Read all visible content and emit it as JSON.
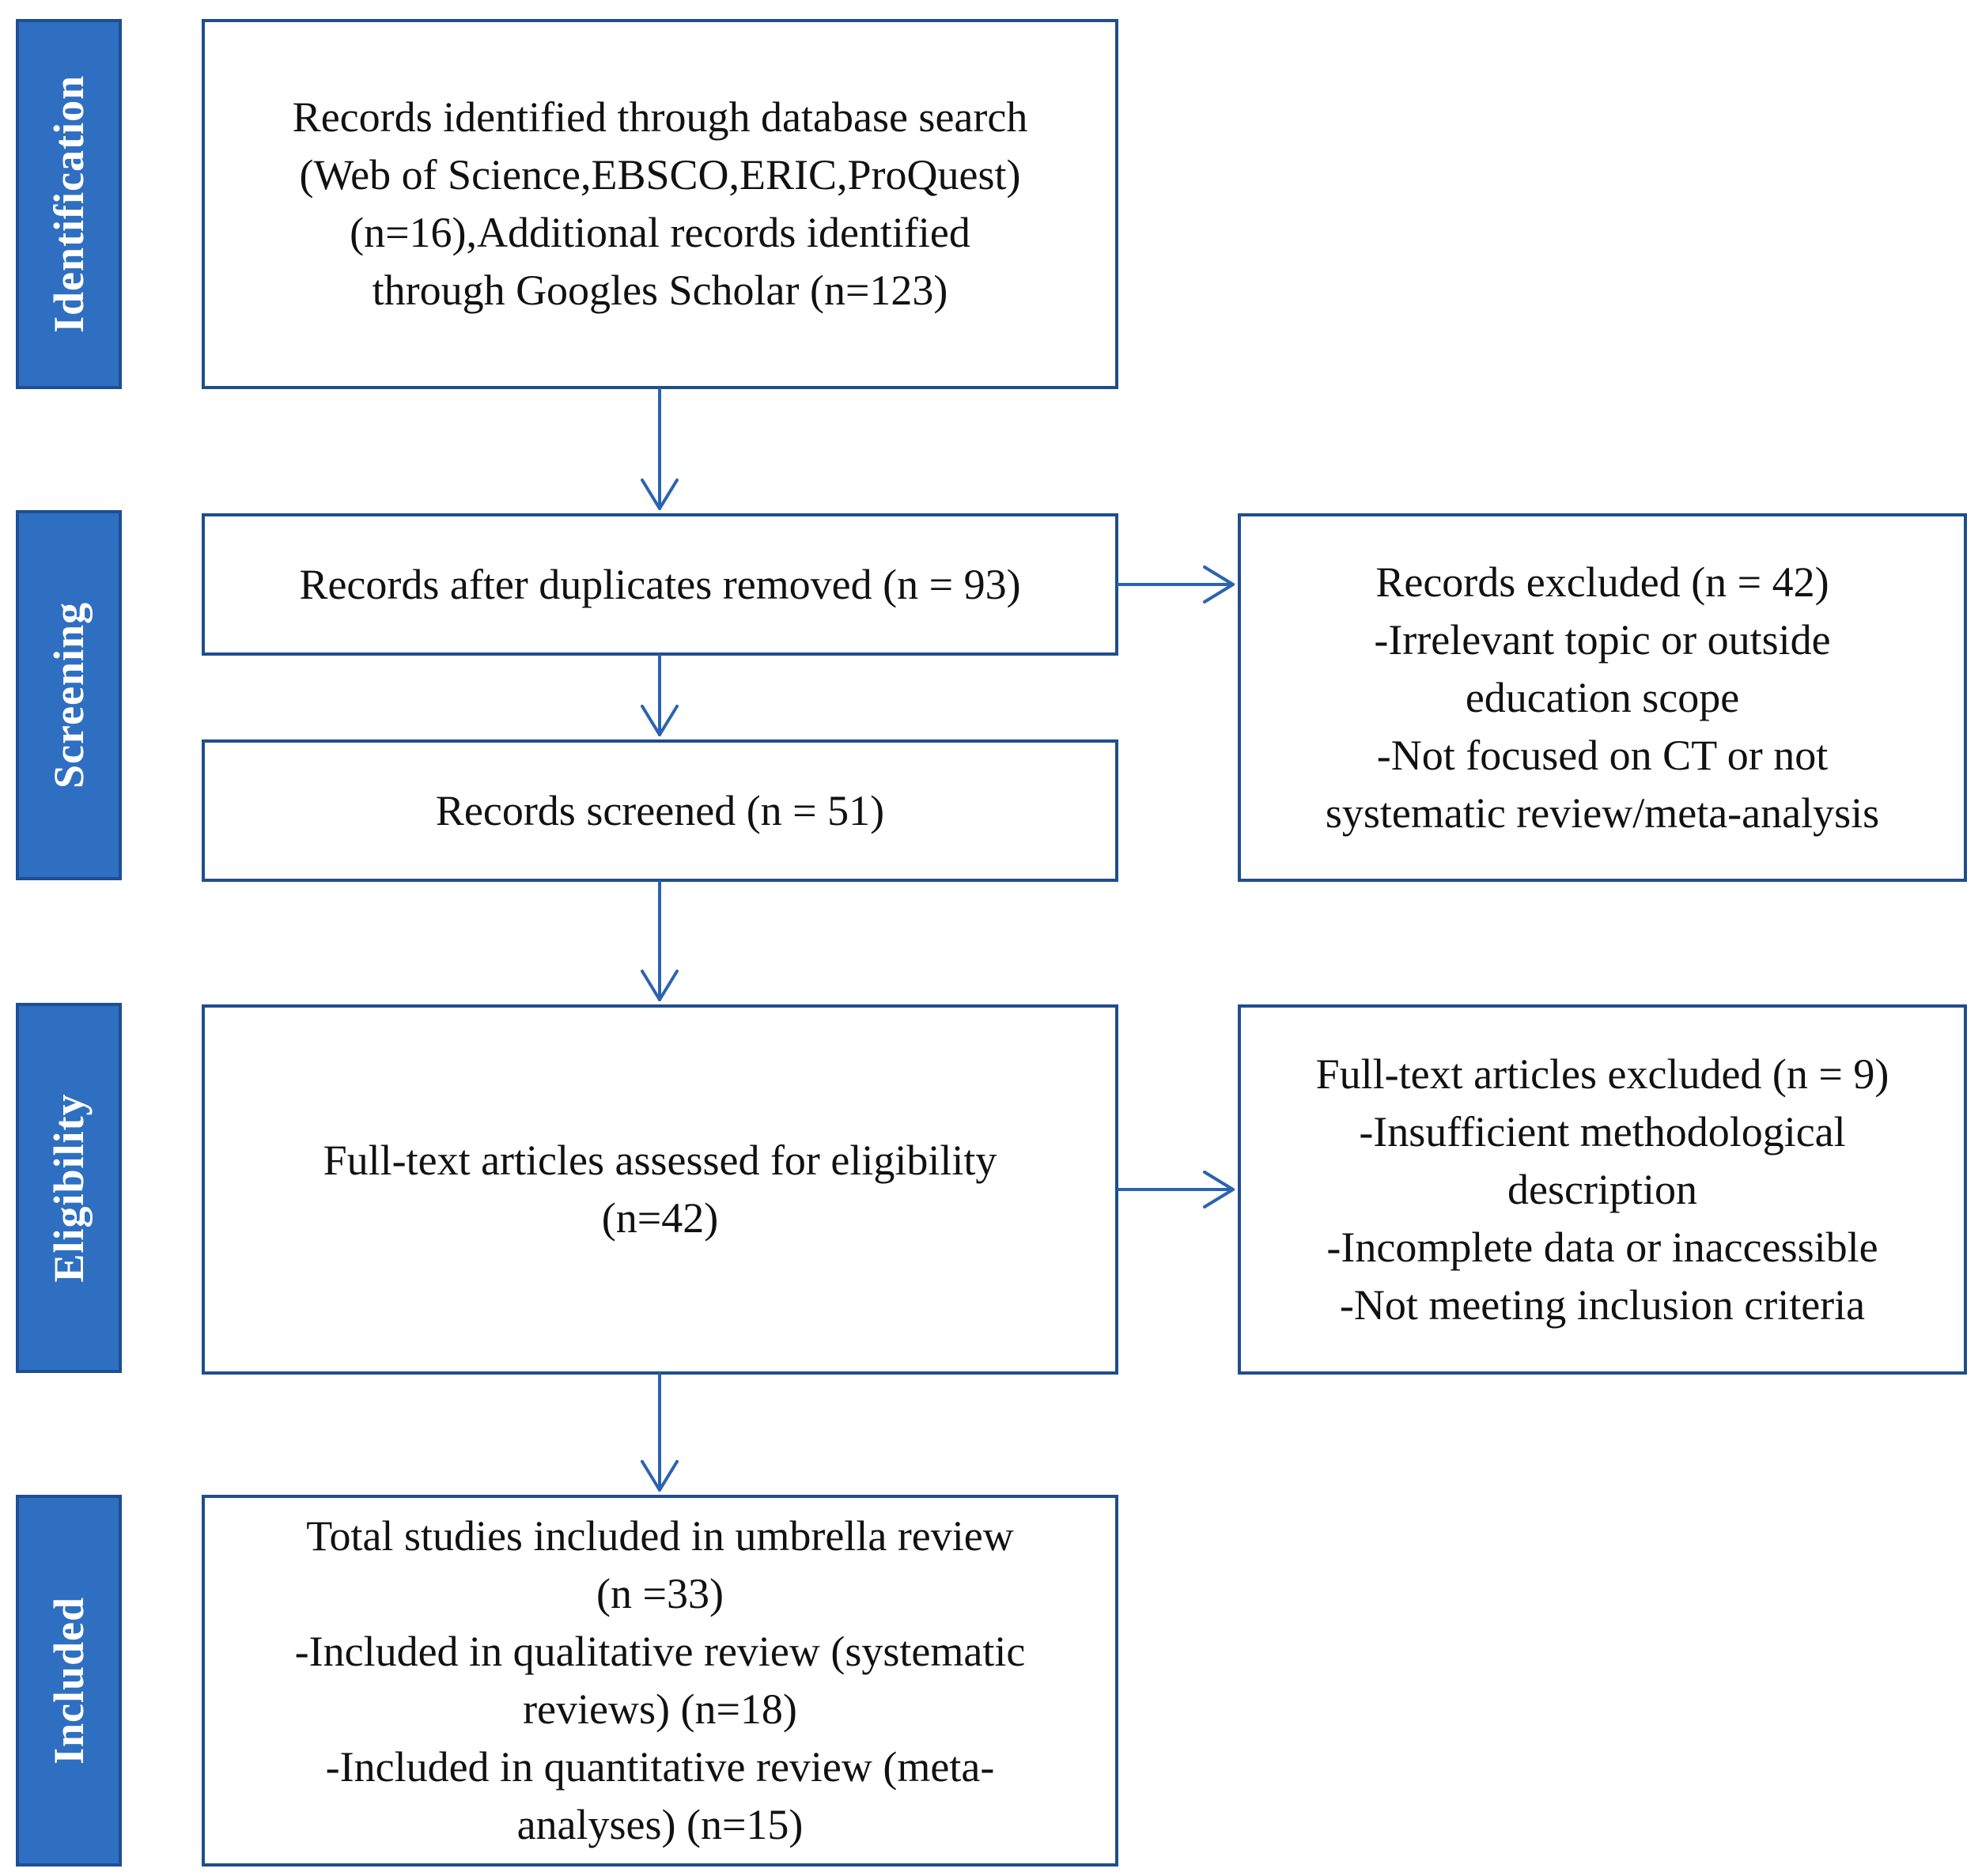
{
  "stages": {
    "identification": "Identification",
    "screening": "Screening",
    "eligibility": "Eligibility",
    "included": "Included"
  },
  "boxes": {
    "records_identified": "Records identified through database search\n(Web of Science,EBSCO,ERIC,ProQuest)\n(n=16),Additional records identified\nthrough Googles Scholar (n=123)",
    "duplicates_removed": "Records after duplicates removed (n = 93)",
    "records_screened": "Records screened (n = 51)",
    "records_excluded": "Records excluded (n = 42)\n-Irrelevant topic or outside\neducation scope\n-Not focused on CT or not\nsystematic review/meta-analysis",
    "fulltext_assessed": "Full-text articles assessed for eligibility\n(n=42)",
    "fulltext_excluded": "Full-text articles excluded (n = 9)\n-Insufficient methodological\ndescription\n-Incomplete data or inaccessible\n-Not meeting inclusion criteria",
    "included_total": "Total studies included in umbrella review\n(n =33)\n-Included in qualitative review (systematic\nreviews) (n=18)\n-Included in quantitative review (meta-\nanalyses) (n=15)"
  },
  "colors": {
    "stage_fill": "#2f6fc2",
    "box_border": "#1f4e8c",
    "arrow": "#2c63b0"
  }
}
